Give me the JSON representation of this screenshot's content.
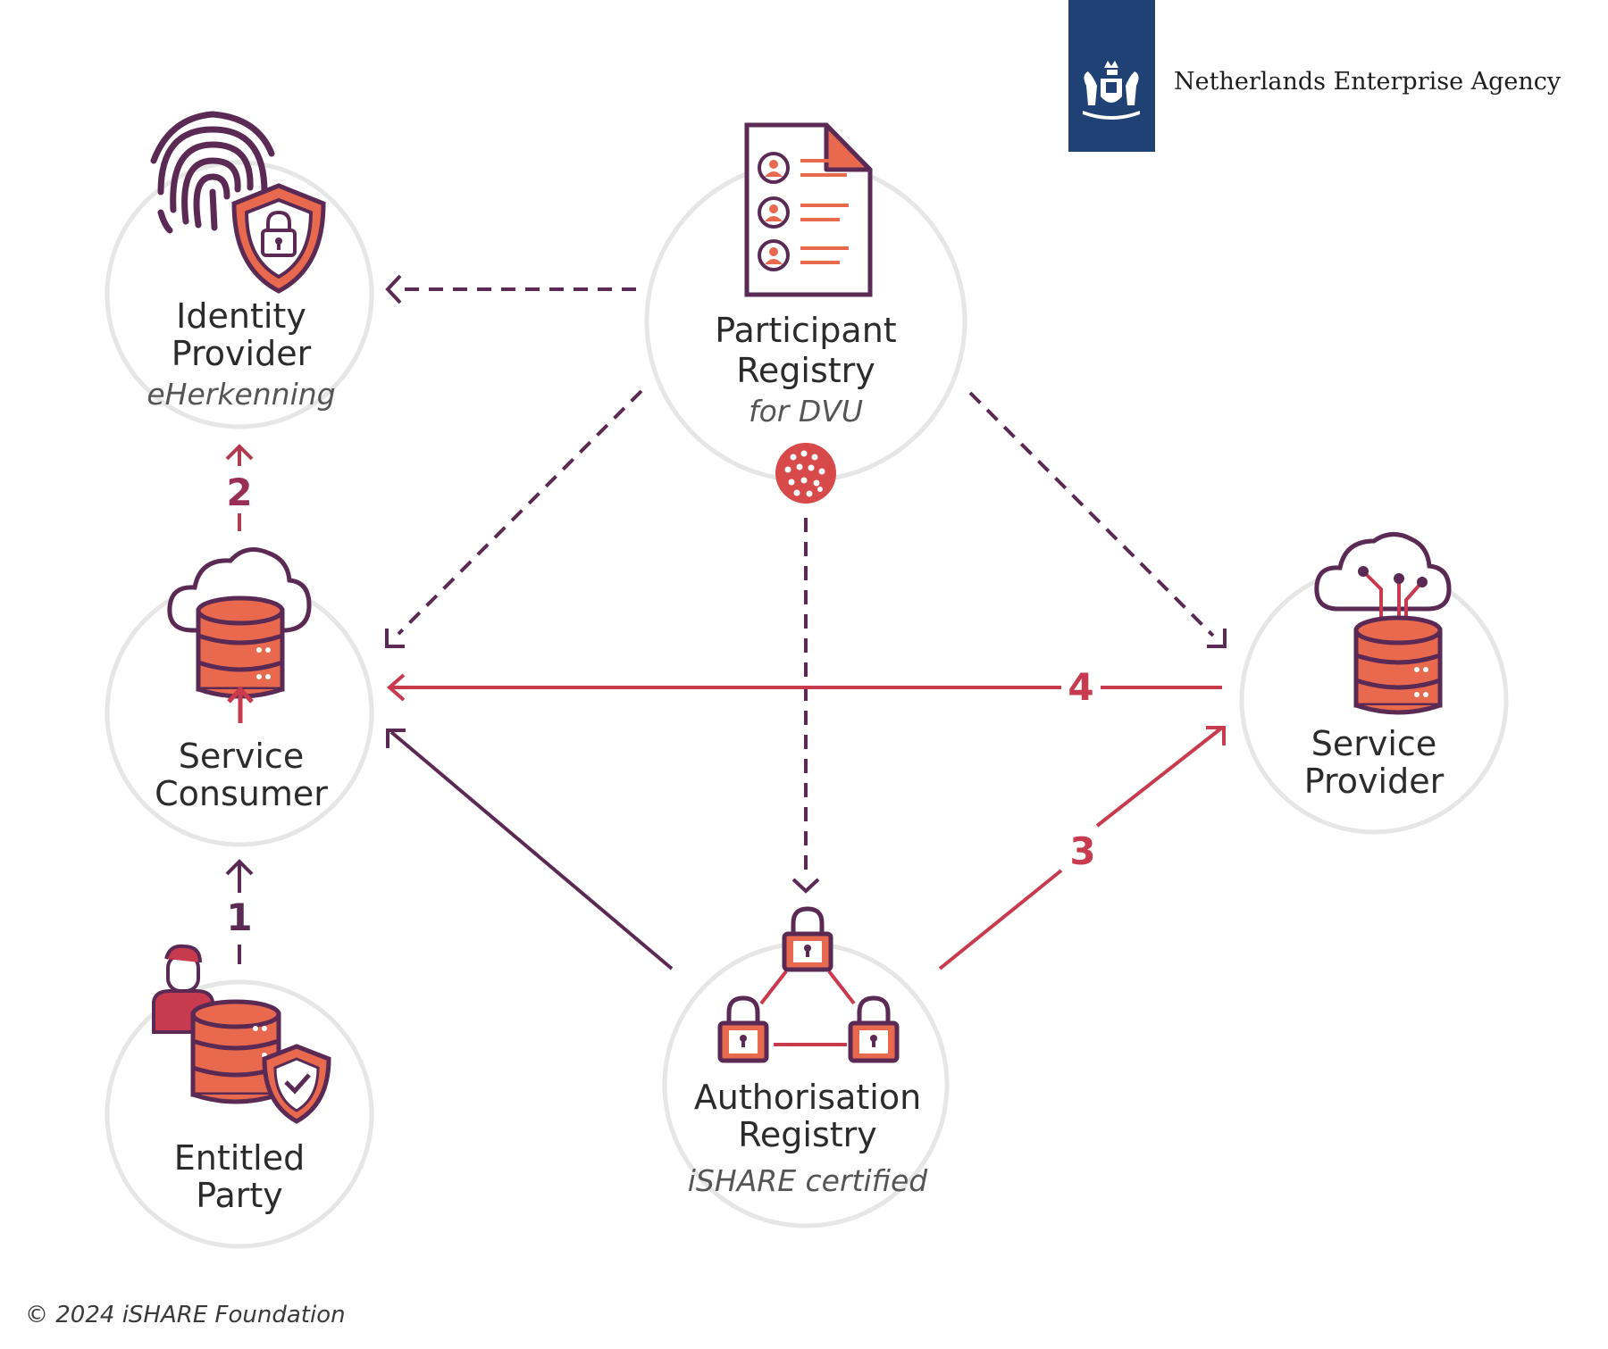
{
  "agency": {
    "name": "Netherlands Enterprise Agency"
  },
  "copyright": "© 2024 iSHARE Foundation",
  "colors": {
    "purple": "#5a2a55",
    "red": "#c83a4e",
    "orange": "#e8694e",
    "circle": "#e6e6e6",
    "navy": "#1f4173"
  },
  "nodes": {
    "identity_provider": {
      "line1": "Identity",
      "line2": "Provider",
      "sub": "eHerkenning",
      "icon": "fingerprint-shield-icon"
    },
    "participant_registry": {
      "line1": "Participant",
      "line2": "Registry",
      "sub": "for DVU",
      "icon": "participant-list-document-icon"
    },
    "service_consumer": {
      "line1": "Service",
      "line2": "Consumer",
      "icon": "cloud-database-icon"
    },
    "service_provider": {
      "line1": "Service",
      "line2": "Provider",
      "icon": "cloud-circuit-database-icon"
    },
    "entitled_party": {
      "line1": "Entitled",
      "line2": "Party",
      "icon": "person-database-shield-icon"
    },
    "authorisation_registry": {
      "line1": "Authorisation",
      "line2": "Registry",
      "sub": "iSHARE certified",
      "icon": "lock-network-icon"
    }
  },
  "steps": {
    "s1": "1",
    "s2": "2",
    "s3": "3",
    "s4": "4"
  }
}
